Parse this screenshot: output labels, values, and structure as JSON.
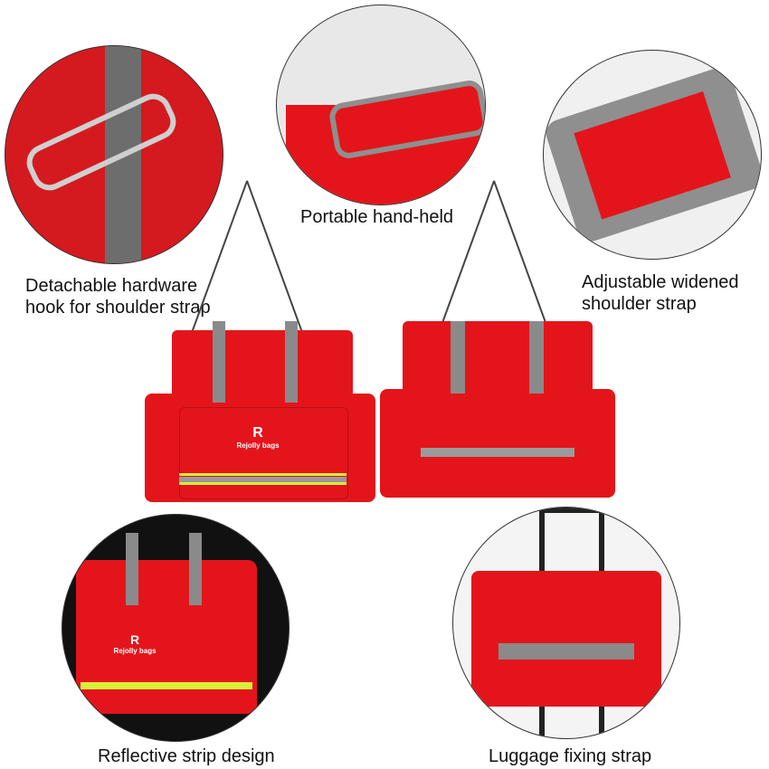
{
  "features": [
    {
      "id": "hook",
      "label_line1": "Detachable hardware",
      "label_line2": "hook for shoulder strap"
    },
    {
      "id": "handle",
      "label_line1": "Portable hand-held"
    },
    {
      "id": "shoulder",
      "label_line1": "Adjustable widened",
      "label_line2": "shoulder strap"
    },
    {
      "id": "reflective",
      "label_line1": "Reflective strip design"
    },
    {
      "id": "luggage",
      "label_line1": "Luggage fixing strap"
    }
  ],
  "product": {
    "brand": "Rejolly bags",
    "logo_letter": "R"
  },
  "colors": {
    "bag_red": "#e3151b",
    "strap_grey": "#8a8a8a",
    "reflective_yellow": "#d8ef3a"
  }
}
